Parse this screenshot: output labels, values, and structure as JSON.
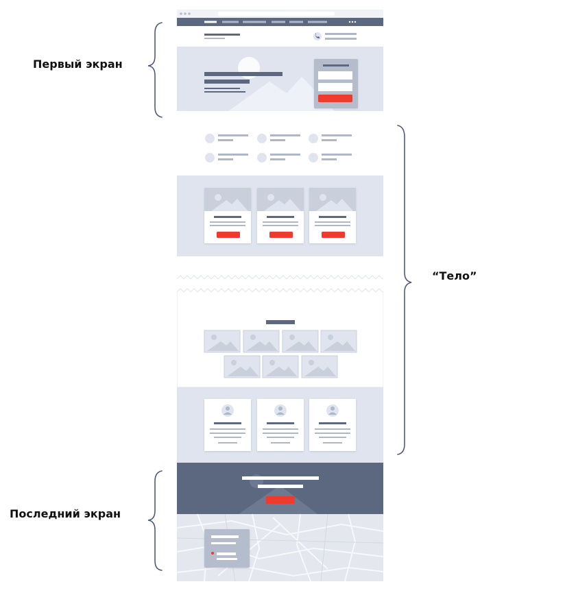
{
  "labels": {
    "first_screen": "Первый экран",
    "body": "“Тело”",
    "last_screen": "Последний экран"
  },
  "colors": {
    "background": "#ffffff",
    "wire_light": "#dfe4ee",
    "wire_mid": "#c9cfdb",
    "wire_dark": "#5c6780",
    "accent_button": "#ef3b2d",
    "bracket": "#4f5a78",
    "card": "#ffffff"
  },
  "icons": [
    "phone-icon",
    "image-placeholder-icon",
    "avatar-icon",
    "map-pin-icon",
    "menu-dots-icon"
  ]
}
